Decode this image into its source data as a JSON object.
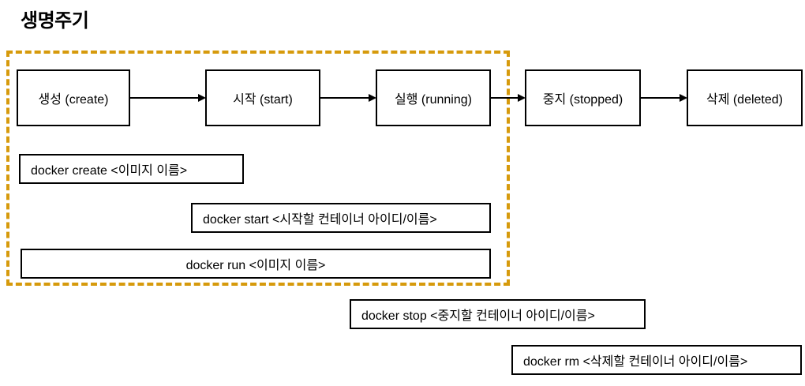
{
  "title": "생명주기",
  "colors": {
    "group_border": "#d69a0c",
    "box_border": "#000000",
    "background": "#ffffff",
    "text": "#000000"
  },
  "lifecycle": {
    "states": [
      {
        "id": "create",
        "label": "생성 (create)"
      },
      {
        "id": "start",
        "label": "시작 (start)"
      },
      {
        "id": "running",
        "label": "실행 (running)"
      },
      {
        "id": "stopped",
        "label": "중지 (stopped)"
      },
      {
        "id": "deleted",
        "label": "삭제 (deleted)"
      }
    ],
    "transitions": [
      {
        "from": "create",
        "to": "start"
      },
      {
        "from": "start",
        "to": "running"
      },
      {
        "from": "running",
        "to": "stopped"
      },
      {
        "from": "stopped",
        "to": "deleted"
      }
    ]
  },
  "commands": [
    {
      "id": "create",
      "text": "docker create <이미지 이름>"
    },
    {
      "id": "start",
      "text": "docker start <시작할 컨테이너 아이디/이름>"
    },
    {
      "id": "run",
      "text": "docker run <이미지 이름>"
    },
    {
      "id": "stop",
      "text": "docker stop <중지할 컨테이너 아이디/이름>"
    },
    {
      "id": "rm",
      "text": "docker rm <삭제할 컨테이너 아이디/이름>"
    }
  ]
}
